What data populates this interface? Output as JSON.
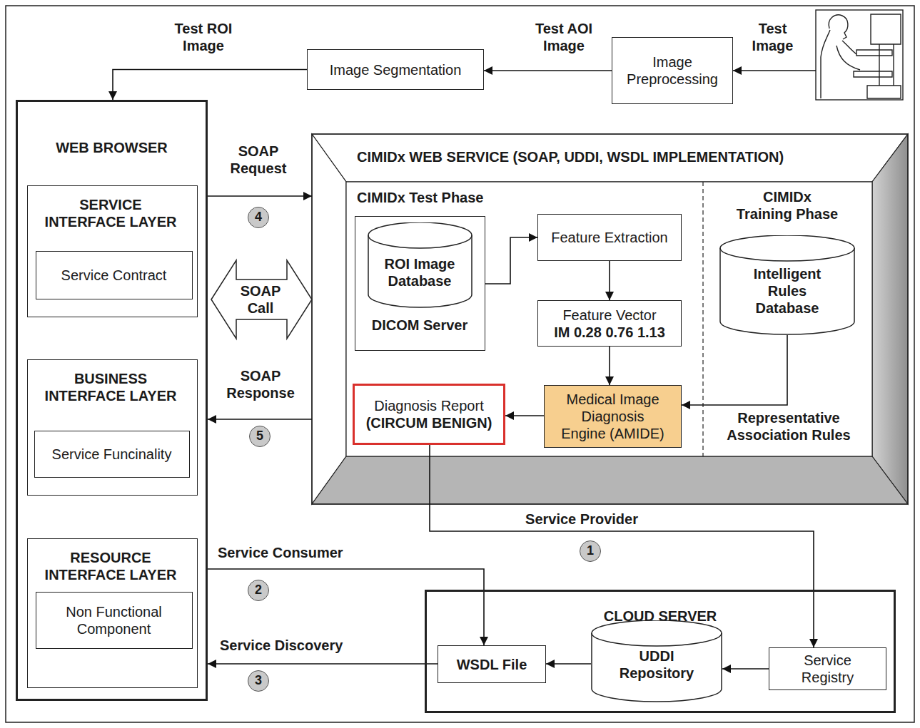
{
  "diagram": {
    "nodes": [
      {
        "text": [
          "Image Segmentation"
        ]
      },
      {
        "text": [
          "Image Preprocessing"
        ]
      },
      {
        "text": [
          "WEB BROWSER"
        ]
      },
      {
        "text": [
          "SERVICE INTERFACE LAYER"
        ],
        "in": 2
      },
      {
        "text": [
          "Service Contract"
        ],
        "in": 3
      },
      {
        "text": [
          "BUSINESS INTERFACE LAYER"
        ],
        "in": 2
      },
      {
        "text": [
          "Service Funcinality"
        ],
        "in": 5
      },
      {
        "text": [
          "RESOURCE INTERFACE LAYER"
        ],
        "in": 2
      },
      {
        "text": [
          "Non Functional Component"
        ],
        "in": 7
      },
      {
        "text": [
          "CIMIDx WEB SERVICE (SOAP, UDDI, WSDL IMPLEMENTATION)"
        ]
      },
      {
        "text": [
          "DICOM Server"
        ],
        "in": 9
      },
      {
        "text": [
          "ROI Image Database"
        ],
        "in": 10
      },
      {
        "text": [
          "Feature Extraction"
        ],
        "in": 9
      },
      {
        "text": [
          "Feature Vector",
          "IM 0.28 0.76 1.13"
        ],
        "in": 9
      },
      {
        "text": [
          "Intelligent Rules Database"
        ],
        "in": 9
      },
      {
        "text": [
          "Diagnosis Report",
          "(CIRCUM BENIGN)"
        ],
        "in": 9
      },
      {
        "text": [
          "Medical Image Diagnosis Engine (AMIDE)"
        ],
        "in": 9
      },
      {
        "text": [
          "CLOUD SERVER"
        ]
      },
      {
        "text": [
          "WSDL File"
        ],
        "in": 17
      },
      {
        "text": [
          "UDDI Repository"
        ],
        "in": 17
      },
      {
        "text": [
          "Service Registry"
        ],
        "in": 17
      }
    ],
    "edges": [
      {
        "from": 1,
        "to": 0,
        "label": "Test AOI Image",
        "arrow": "to"
      },
      {
        "from": 0,
        "to": 2,
        "label": "Test ROI Image",
        "arrow": "to"
      },
      {
        "from": 2,
        "to": 9,
        "label": "SOAP Request",
        "arrow": "to"
      },
      {
        "from": 2,
        "to": 9,
        "label": "SOAP Call",
        "arrow": "both"
      },
      {
        "from": 9,
        "to": 2,
        "label": "SOAP Response",
        "arrow": "to"
      },
      {
        "from": 10,
        "to": 12,
        "arrow": "to"
      },
      {
        "from": 12,
        "to": 13,
        "arrow": "to"
      },
      {
        "from": 13,
        "to": 16,
        "arrow": "to"
      },
      {
        "from": 14,
        "to": 16,
        "label": "Representative Association Rules",
        "arrow": "to"
      },
      {
        "from": 16,
        "to": 15,
        "arrow": "to"
      },
      {
        "from": 15,
        "to": 20,
        "label": "Service Provider",
        "arrow": "to"
      },
      {
        "from": 2,
        "to": 18,
        "label": "Service Consumer",
        "arrow": "to"
      },
      {
        "from": 18,
        "to": 2,
        "label": "Service Discovery",
        "arrow": "to"
      },
      {
        "from": 20,
        "to": 19,
        "arrow": "to"
      },
      {
        "from": 19,
        "to": 18,
        "arrow": "to"
      }
    ],
    "labels": [
      "Test Image",
      "4",
      "5",
      "CIMIDx Test Phase",
      "CIMIDx Training Phase",
      "1",
      "2",
      "3"
    ]
  }
}
